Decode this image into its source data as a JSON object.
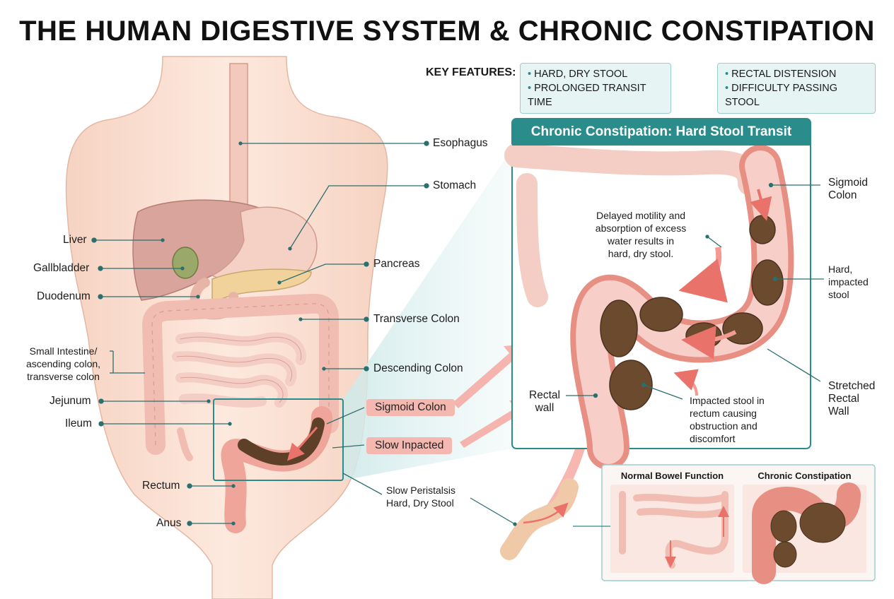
{
  "title": "THE HUMAN DIGESTIVE SYSTEM & CHRONIC CONSTIPATION",
  "key_features": {
    "label": "KEY FEATURES:",
    "box1": [
      "HARD, DRY STOOL",
      "PROLONGED TRANSIT TIME"
    ],
    "box2": [
      "RECTAL DISTENSION",
      "DIFFICULTY PASSING STOOL"
    ]
  },
  "anatomy_labels": {
    "esophagus": "Esophagus",
    "stomach": "Stomach",
    "liver": "Liver",
    "gallbladder": "Gallbladder",
    "pancreas": "Pancreas",
    "duodenum": "Duodenum",
    "transverse_colon": "Transverse Colon",
    "small_intestine": [
      "Small Intestine/",
      "ascending colon,",
      "transverse colon"
    ],
    "descending_colon": "Descending Colon",
    "jejunum": "Jejunum",
    "ileum": "Ileum",
    "rectum": "Rectum",
    "anus": "Anus",
    "sigmoid_colon_pill": "Sigmoid Colon",
    "slow_impacted_pill": "Slow Inpacted",
    "slow_peristalsis": [
      "Slow Peristalsis",
      "Hard, Dry Stool"
    ]
  },
  "inset": {
    "title": "Chronic Constipation: Hard Stool Transit",
    "delayed_note": [
      "Delayed motility and",
      "absorption of excess",
      "water results in",
      "hard, dry stool."
    ],
    "rectal_wall": [
      "Rectal",
      "wall"
    ],
    "impacted_note": [
      "Impacted stool in",
      "rectum causing",
      "obstruction and",
      "discomfort"
    ],
    "sigmoid_colon": [
      "Sigmoid",
      "Colon"
    ],
    "hard_stool": [
      "Hard,",
      "impacted",
      "stool"
    ],
    "stretched_wall": [
      "Stretched",
      "Rectal",
      "Wall"
    ]
  },
  "comparison": {
    "normal": "Normal Bowel Function",
    "constipation": "Chronic Constipation"
  },
  "colors": {
    "teal": "#2b8c8c",
    "skin": "#fbe3d6",
    "intestine": "#f4c4bc",
    "stool": "#6b4a2e",
    "arrow": "#f08c84"
  }
}
